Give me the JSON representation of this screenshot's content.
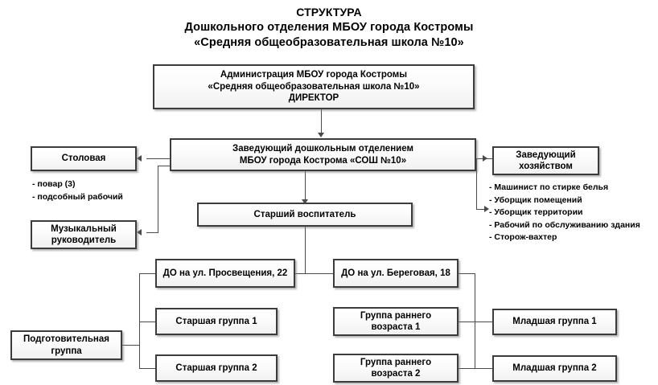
{
  "title": {
    "line1": "СТРУКТУРА",
    "line2": "Дошкольного отделения МБОУ города Костромы",
    "line3": "«Средняя общеобразовательная школа №10»"
  },
  "nodes": {
    "administration": {
      "line1": "Администрация МБОУ города Костромы",
      "line2": "«Средняя общеобразовательная школа №10»",
      "line3": "ДИРЕКТОР"
    },
    "head_preschool": {
      "line1": "Заведующий дошкольным отделением",
      "line2": "МБОУ города Кострома «СОШ №10»"
    },
    "canteen": {
      "label": "Столовая"
    },
    "music_director": {
      "line1": "Музыкальный",
      "line2": "руководитель"
    },
    "head_household": {
      "line1": "Заведующий",
      "line2": "хозяйством"
    },
    "senior_educator": {
      "label": "Старший воспитатель"
    },
    "branch_prosvescheniya": {
      "label": "ДО на ул. Просвещения, 22"
    },
    "branch_beregovaya": {
      "label": "ДО на ул. Береговая, 18"
    },
    "senior_group_1": {
      "label": "Старшая группа 1"
    },
    "senior_group_2": {
      "label": "Старшая группа 2"
    },
    "early_age_group_1": {
      "line1": "Группа раннего",
      "line2": "возраста 1"
    },
    "early_age_group_2": {
      "line1": "Группа раннего",
      "line2": "возраста 2"
    },
    "junior_group_1": {
      "label": "Младшая группа 1"
    },
    "junior_group_2": {
      "label": "Младшая группа 2"
    },
    "preparatory_group": {
      "line1": "Подготовительная",
      "line2": "группа"
    }
  },
  "lists": {
    "canteen_staff": [
      "- повар (3)",
      "- подсобный рабочий"
    ],
    "household_staff": [
      "- Машинист по стирке белья",
      "- Уборщик помещений",
      "- Уборщик территории",
      "- Рабочий по обслуживанию здания",
      "- Сторож-вахтер"
    ]
  },
  "colors": {
    "border": "#3c3c3c",
    "connector": "#4a4a4a",
    "box_fill_top": "#ffffff",
    "box_fill_bottom": "#f1f1f1",
    "text": "#000000",
    "background": "#ffffff"
  }
}
